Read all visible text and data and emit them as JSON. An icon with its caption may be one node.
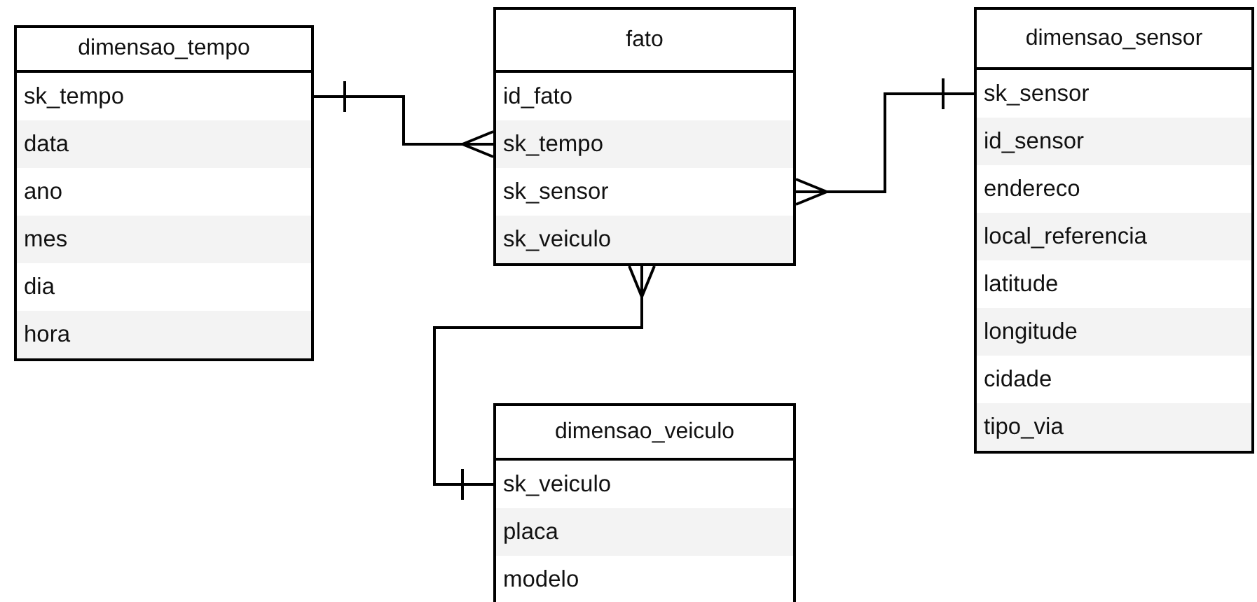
{
  "diagram": {
    "nodes": [
      {
        "text": [
          "dimensao_tempo",
          "sk_tempo",
          "data",
          "ano",
          "mes",
          "dia",
          "hora"
        ]
      },
      {
        "text": [
          "fato",
          "id_fato",
          "sk_tempo",
          "sk_sensor",
          "sk_veiculo"
        ]
      },
      {
        "text": [
          "dimensao_sensor",
          "sk_sensor",
          "id_sensor",
          "endereco",
          "local_referencia",
          "latitude",
          "longitude",
          "cidade",
          "tipo_via"
        ]
      },
      {
        "text": [
          "dimensao_veiculo",
          "sk_veiculo",
          "placa",
          "modelo"
        ]
      }
    ],
    "edges": [
      {
        "from": 0,
        "to": 1,
        "arrow": "other"
      },
      {
        "from": 2,
        "to": 1,
        "arrow": "other"
      },
      {
        "from": 3,
        "to": 1,
        "arrow": "other"
      }
    ]
  }
}
